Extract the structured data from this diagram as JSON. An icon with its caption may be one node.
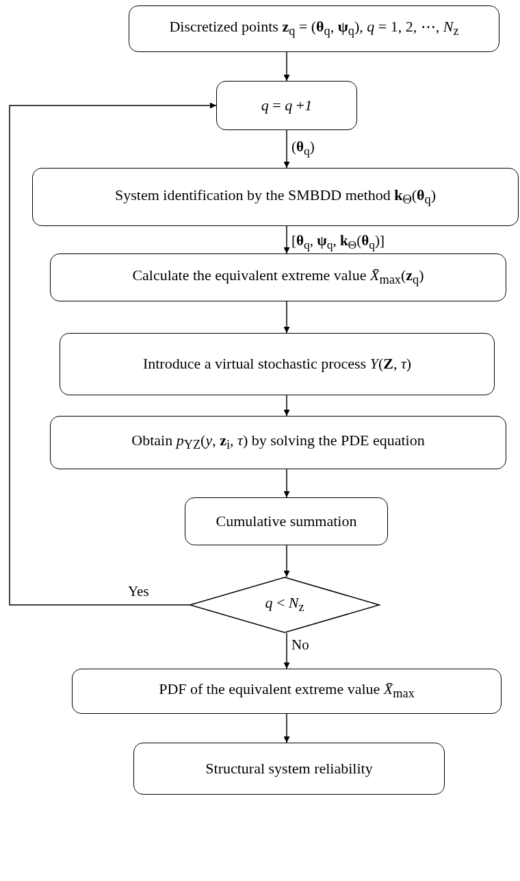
{
  "diagram": {
    "nodes": [
      {
        "text": [
          "Discretized points **z**$_{q}$ = (**θ**$_{q}$, **ψ**$_{q}$), *q* = 1, 2, ⋯, *N*$_{z}$"
        ]
      },
      {
        "text": [
          "*q* = *q* +*1*"
        ]
      },
      {
        "text": [
          "System identification by the SMBDD method **k**$_{Θ}$(**θ**$_{q}$)"
        ]
      },
      {
        "text": [
          "Calculate the equivalent extreme value *X̄*$_{max}$(**z**$_{q}$)"
        ]
      },
      {
        "text": [
          "Introduce a virtual stochastic process *Y*(**Z**, *τ*)"
        ]
      },
      {
        "text": [
          "Obtain *p*$_{YZ}$(*y*, **z**$_{i}$, *τ*) by solving the PDE equation"
        ]
      },
      {
        "text": [
          "Cumulative summation"
        ]
      },
      {
        "text": [
          "*q* < *N*$_{z}$"
        ]
      },
      {
        "text": [
          "PDF of the equivalent extreme value *X̄*$_{max}$"
        ]
      },
      {
        "text": [
          "Structural system reliability"
        ]
      }
    ],
    "edges": [
      {
        "from": 0,
        "to": 1,
        "arrow": "to"
      },
      {
        "from": 1,
        "to": 2,
        "arrow": "to",
        "label": "(**θ**$_{q}$)"
      },
      {
        "from": 2,
        "to": 3,
        "arrow": "to",
        "label": "[**θ**$_{q}$, **ψ**$_{q}$, **k**$_{Θ}$(**θ**$_{q}$)]"
      },
      {
        "from": 3,
        "to": 4,
        "arrow": "to"
      },
      {
        "from": 4,
        "to": 5,
        "arrow": "to"
      },
      {
        "from": 5,
        "to": 6,
        "arrow": "to"
      },
      {
        "from": 6,
        "to": 7,
        "arrow": "to"
      },
      {
        "from": 7,
        "to": 1,
        "arrow": "to",
        "label": "Yes"
      },
      {
        "from": 7,
        "to": 8,
        "arrow": "to",
        "label": "No"
      },
      {
        "from": 8,
        "to": 9,
        "arrow": "to"
      }
    ]
  }
}
